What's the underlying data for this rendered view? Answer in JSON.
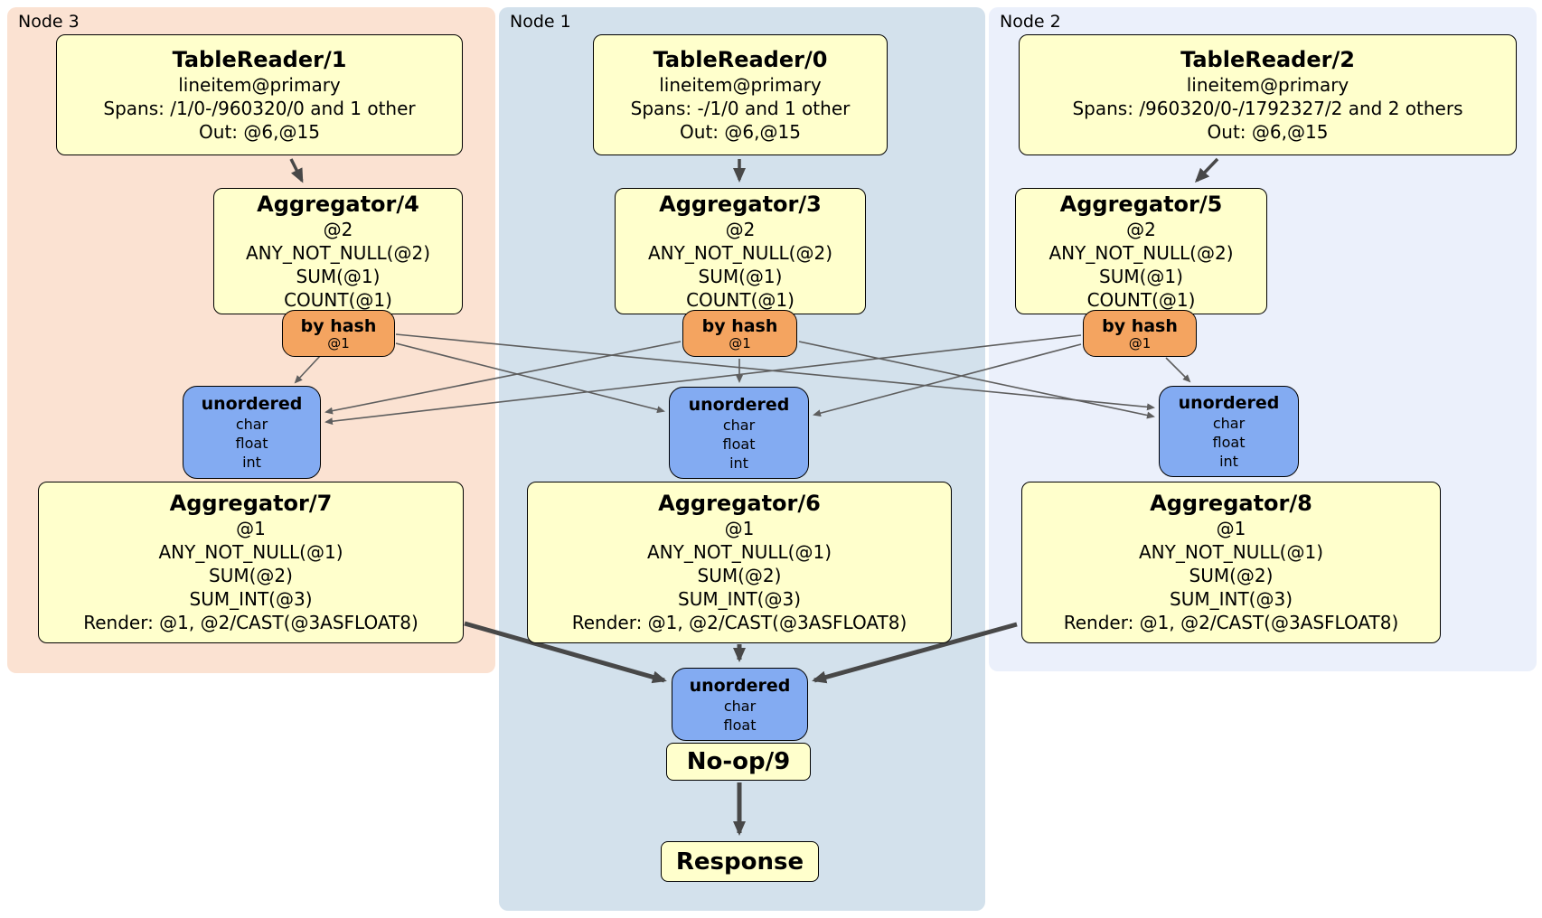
{
  "regions": [
    {
      "id": "node3",
      "label": "Node 3"
    },
    {
      "id": "node1",
      "label": "Node 1"
    },
    {
      "id": "node2",
      "label": "Node 2"
    }
  ],
  "colors": {
    "node3_bg": "#fbe2d2",
    "node1_bg": "#d3e1ec",
    "node2_bg": "#ebf0fb",
    "processor_bg": "#ffffcc",
    "router_bg": "#f4a460",
    "sync_bg": "#83abf2",
    "edge_thick": "#484848",
    "edge_thin": "#5e5e5e",
    "border": "#000000"
  },
  "procs": {
    "tr1": {
      "title": "TableReader/1",
      "lines": [
        "lineitem@primary",
        "Spans: /1/0-/960320/0 and 1 other",
        "Out: @6,@15"
      ]
    },
    "tr0": {
      "title": "TableReader/0",
      "lines": [
        "lineitem@primary",
        "Spans: -/1/0 and 1 other",
        "Out: @6,@15"
      ]
    },
    "tr2": {
      "title": "TableReader/2",
      "lines": [
        "lineitem@primary",
        "Spans: /960320/0-/1792327/2 and 2 others",
        "Out: @6,@15"
      ]
    },
    "agg4": {
      "title": "Aggregator/4",
      "lines": [
        "@2",
        "ANY_NOT_NULL(@2)",
        "SUM(@1)",
        "COUNT(@1)"
      ]
    },
    "agg3": {
      "title": "Aggregator/3",
      "lines": [
        "@2",
        "ANY_NOT_NULL(@2)",
        "SUM(@1)",
        "COUNT(@1)"
      ]
    },
    "agg5": {
      "title": "Aggregator/5",
      "lines": [
        "@2",
        "ANY_NOT_NULL(@2)",
        "SUM(@1)",
        "COUNT(@1)"
      ]
    },
    "agg7": {
      "title": "Aggregator/7",
      "lines": [
        "@1",
        "ANY_NOT_NULL(@1)",
        "SUM(@2)",
        "SUM_INT(@3)",
        "Render: @1, @2/CAST(@3ASFLOAT8)"
      ]
    },
    "agg6": {
      "title": "Aggregator/6",
      "lines": [
        "@1",
        "ANY_NOT_NULL(@1)",
        "SUM(@2)",
        "SUM_INT(@3)",
        "Render: @1, @2/CAST(@3ASFLOAT8)"
      ]
    },
    "agg8": {
      "title": "Aggregator/8",
      "lines": [
        "@1",
        "ANY_NOT_NULL(@1)",
        "SUM(@2)",
        "SUM_INT(@3)",
        "Render: @1, @2/CAST(@3ASFLOAT8)"
      ]
    },
    "noop": {
      "title": "No-op/9"
    },
    "response": {
      "title": "Response"
    }
  },
  "routers": {
    "byhash3": {
      "title": "by hash",
      "sub": "@1"
    },
    "byhash1": {
      "title": "by hash",
      "sub": "@1"
    },
    "byhash2": {
      "title": "by hash",
      "sub": "@1"
    }
  },
  "syncs": {
    "unord3": {
      "title": "unordered",
      "items": [
        "char",
        "float",
        "int"
      ]
    },
    "unord1": {
      "title": "unordered",
      "items": [
        "char",
        "float",
        "int"
      ]
    },
    "unord2": {
      "title": "unordered",
      "items": [
        "char",
        "float",
        "int"
      ]
    },
    "unordFinal": {
      "title": "unordered",
      "items": [
        "char",
        "float"
      ]
    }
  }
}
